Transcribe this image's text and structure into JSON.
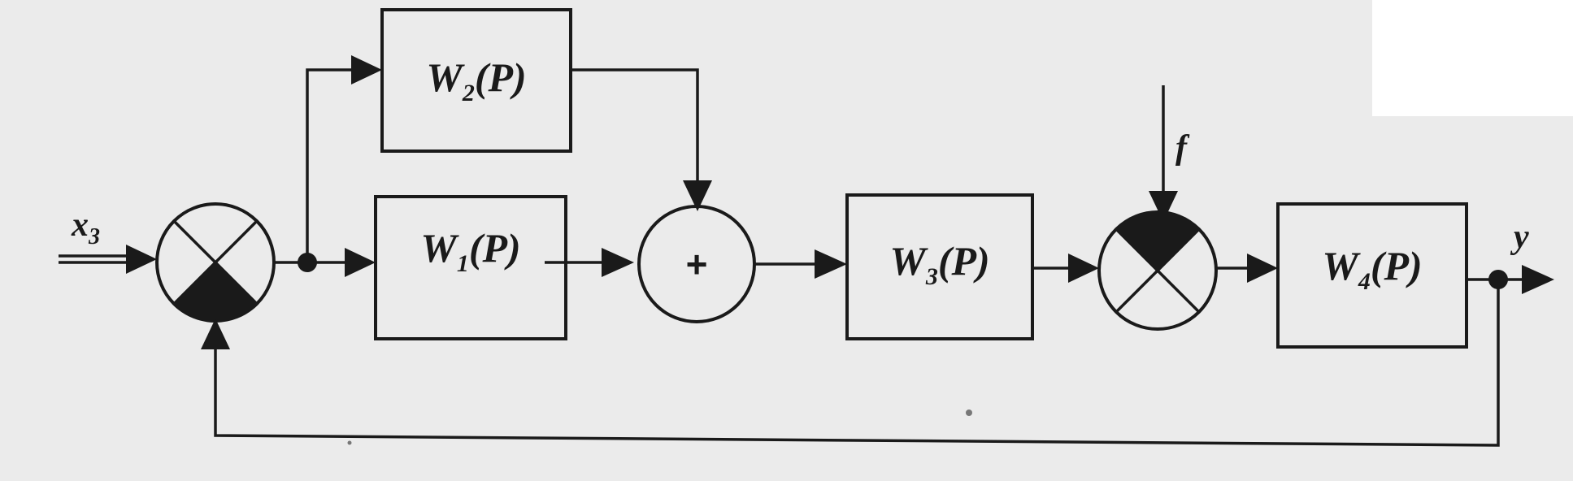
{
  "blocks": {
    "w1": {
      "main": "W",
      "sub": "1",
      "arg": "(P)"
    },
    "w2": {
      "main": "W",
      "sub": "2",
      "arg": "(P)"
    },
    "w3": {
      "main": "W",
      "sub": "3",
      "arg": "(P)"
    },
    "w4": {
      "main": "W",
      "sub": "4",
      "arg": "(P)"
    }
  },
  "signals": {
    "input": {
      "main": "x",
      "sub": "3"
    },
    "disturbance": "f",
    "output": "y"
  },
  "summing_junction": {
    "symbol": "+"
  },
  "colors": {
    "ink": "#1a1a1a",
    "background": "#ebebeb"
  }
}
